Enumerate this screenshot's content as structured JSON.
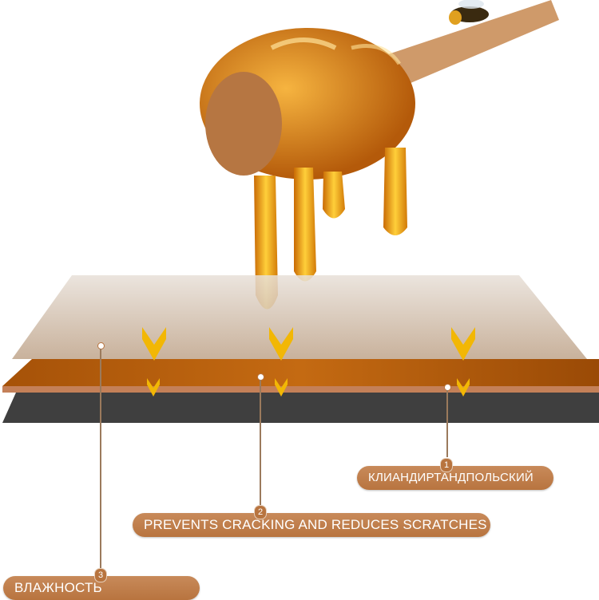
{
  "callouts": [
    {
      "number": "1",
      "text": "КЛИАНДИРТАНДПОЛЬСКИЙ"
    },
    {
      "number": "2",
      "text": "PREVENTS CRACKING AND REDUCES SCRATCHES"
    },
    {
      "number": "3",
      "text": "ВЛАЖНОСТЬ"
    }
  ],
  "colors": {
    "label": "#b8743f",
    "arrow": "#f2b705",
    "honey": "#e8960e",
    "wood": "#b35d12",
    "base": "#454545"
  }
}
